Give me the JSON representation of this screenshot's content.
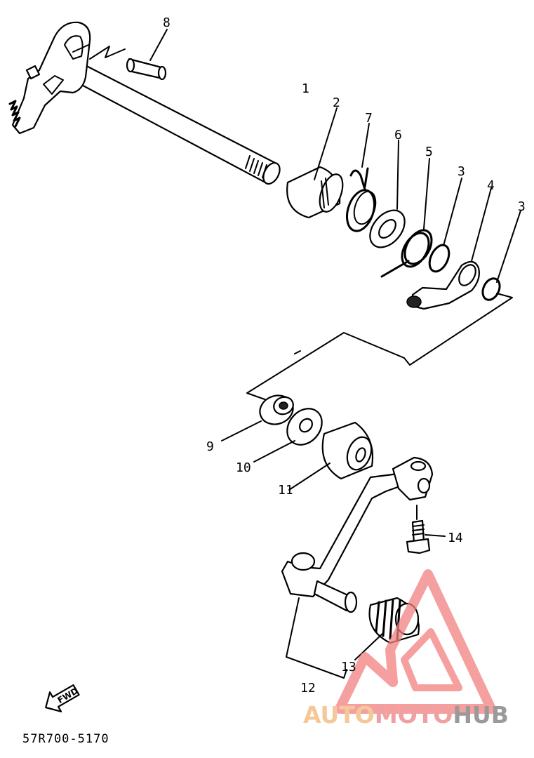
{
  "diagram": {
    "part_numbers": [
      "1",
      "2",
      "3",
      "3",
      "4",
      "5",
      "6",
      "7",
      "8",
      "9",
      "10",
      "11",
      "12",
      "13",
      "14"
    ],
    "labels": {
      "p1": "1",
      "p2": "2",
      "p3a": "3",
      "p3b": "3",
      "p4": "4",
      "p5": "5",
      "p6": "6",
      "p7": "7",
      "p8": "8",
      "p9": "9",
      "p10": "10",
      "p11": "11",
      "p12": "12",
      "p13": "13",
      "p14": "14"
    },
    "fwd_label": "FWD",
    "drawing_code": "57R700-5170"
  },
  "watermark": {
    "part1": "AUTO",
    "part2": "MOTO",
    "part3": "HUB",
    "colors": {
      "auto": "#f5c89a",
      "moto": "#f0a0a0",
      "hub": "#9a9a9a",
      "logo": "#f28080"
    }
  }
}
